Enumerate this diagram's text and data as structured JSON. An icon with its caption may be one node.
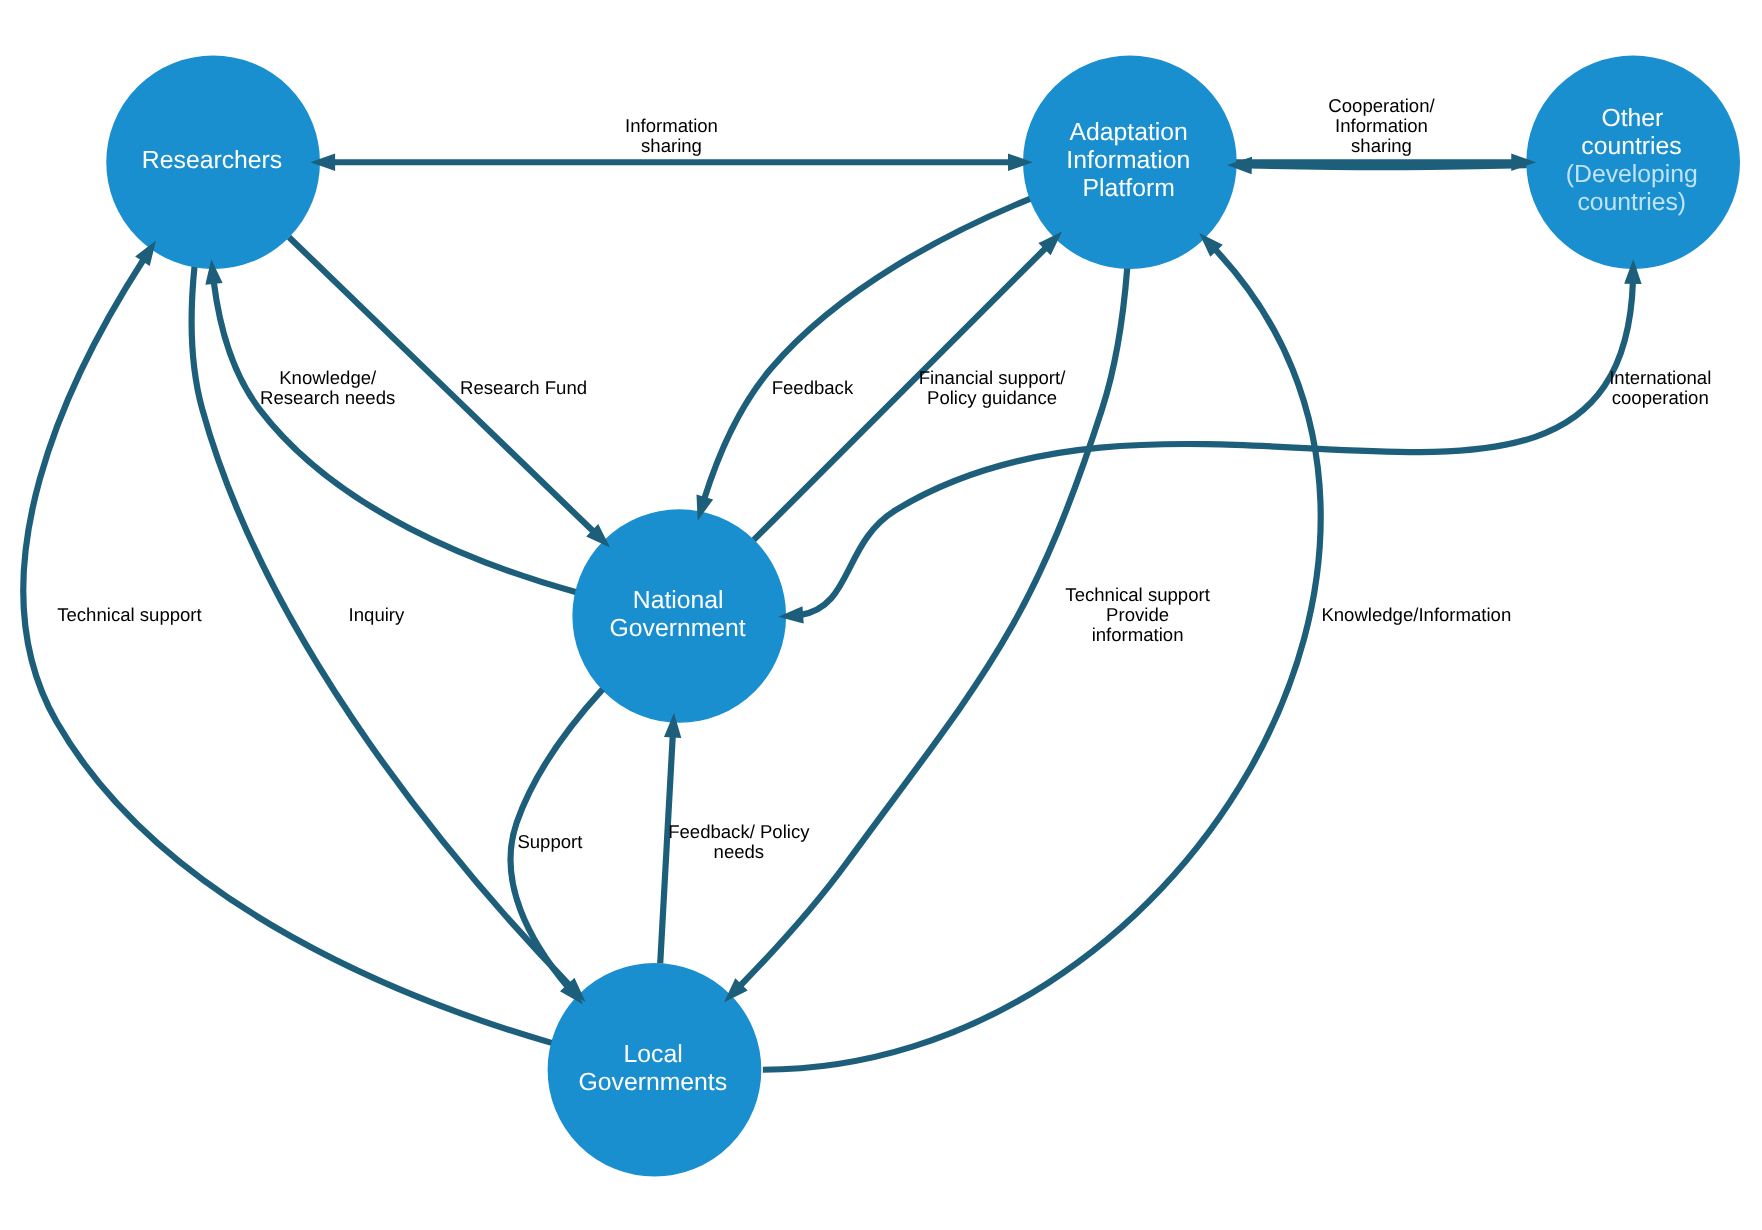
{
  "diagram": {
    "nodes": [
      {
        "text": [
          "Researchers"
        ]
      },
      {
        "text": [
          "Adaptation Information Platform"
        ]
      },
      {
        "text": [
          "Other countries",
          "(Developing countries)"
        ]
      },
      {
        "text": [
          "National Government"
        ]
      },
      {
        "text": [
          "Local Governments"
        ]
      }
    ],
    "edges": [
      {
        "from": 0,
        "to": 1,
        "arrow": "both",
        "label": "Information sharing"
      },
      {
        "from": 1,
        "to": 2,
        "arrow": "to",
        "label": "Cooperation/ Information sharing"
      },
      {
        "from": 2,
        "to": 1,
        "arrow": "to"
      },
      {
        "from": 0,
        "to": 3,
        "arrow": "to",
        "label": "Research Fund"
      },
      {
        "from": 3,
        "to": 0,
        "arrow": "to",
        "label": "Knowledge/ Research needs"
      },
      {
        "from": 3,
        "to": 1,
        "arrow": "to",
        "label": "Financial support/ Policy guidance"
      },
      {
        "from": 1,
        "to": 3,
        "arrow": "to",
        "label": "Feedback"
      },
      {
        "from": 2,
        "to": 3,
        "arrow": "both",
        "label": "International cooperation"
      },
      {
        "from": 3,
        "to": 4,
        "arrow": "to",
        "label": "Support"
      },
      {
        "from": 4,
        "to": 3,
        "arrow": "to",
        "label": "Feedback/ Policy needs"
      },
      {
        "from": 1,
        "to": 4,
        "arrow": "to",
        "label": "Technical support Provide information"
      },
      {
        "from": 4,
        "to": 1,
        "arrow": "to",
        "label": "Knowledge/Information"
      },
      {
        "from": 0,
        "to": 4,
        "arrow": "to",
        "label": "Inquiry"
      },
      {
        "from": 4,
        "to": 0,
        "arrow": "to",
        "label": "Technical support"
      }
    ]
  }
}
